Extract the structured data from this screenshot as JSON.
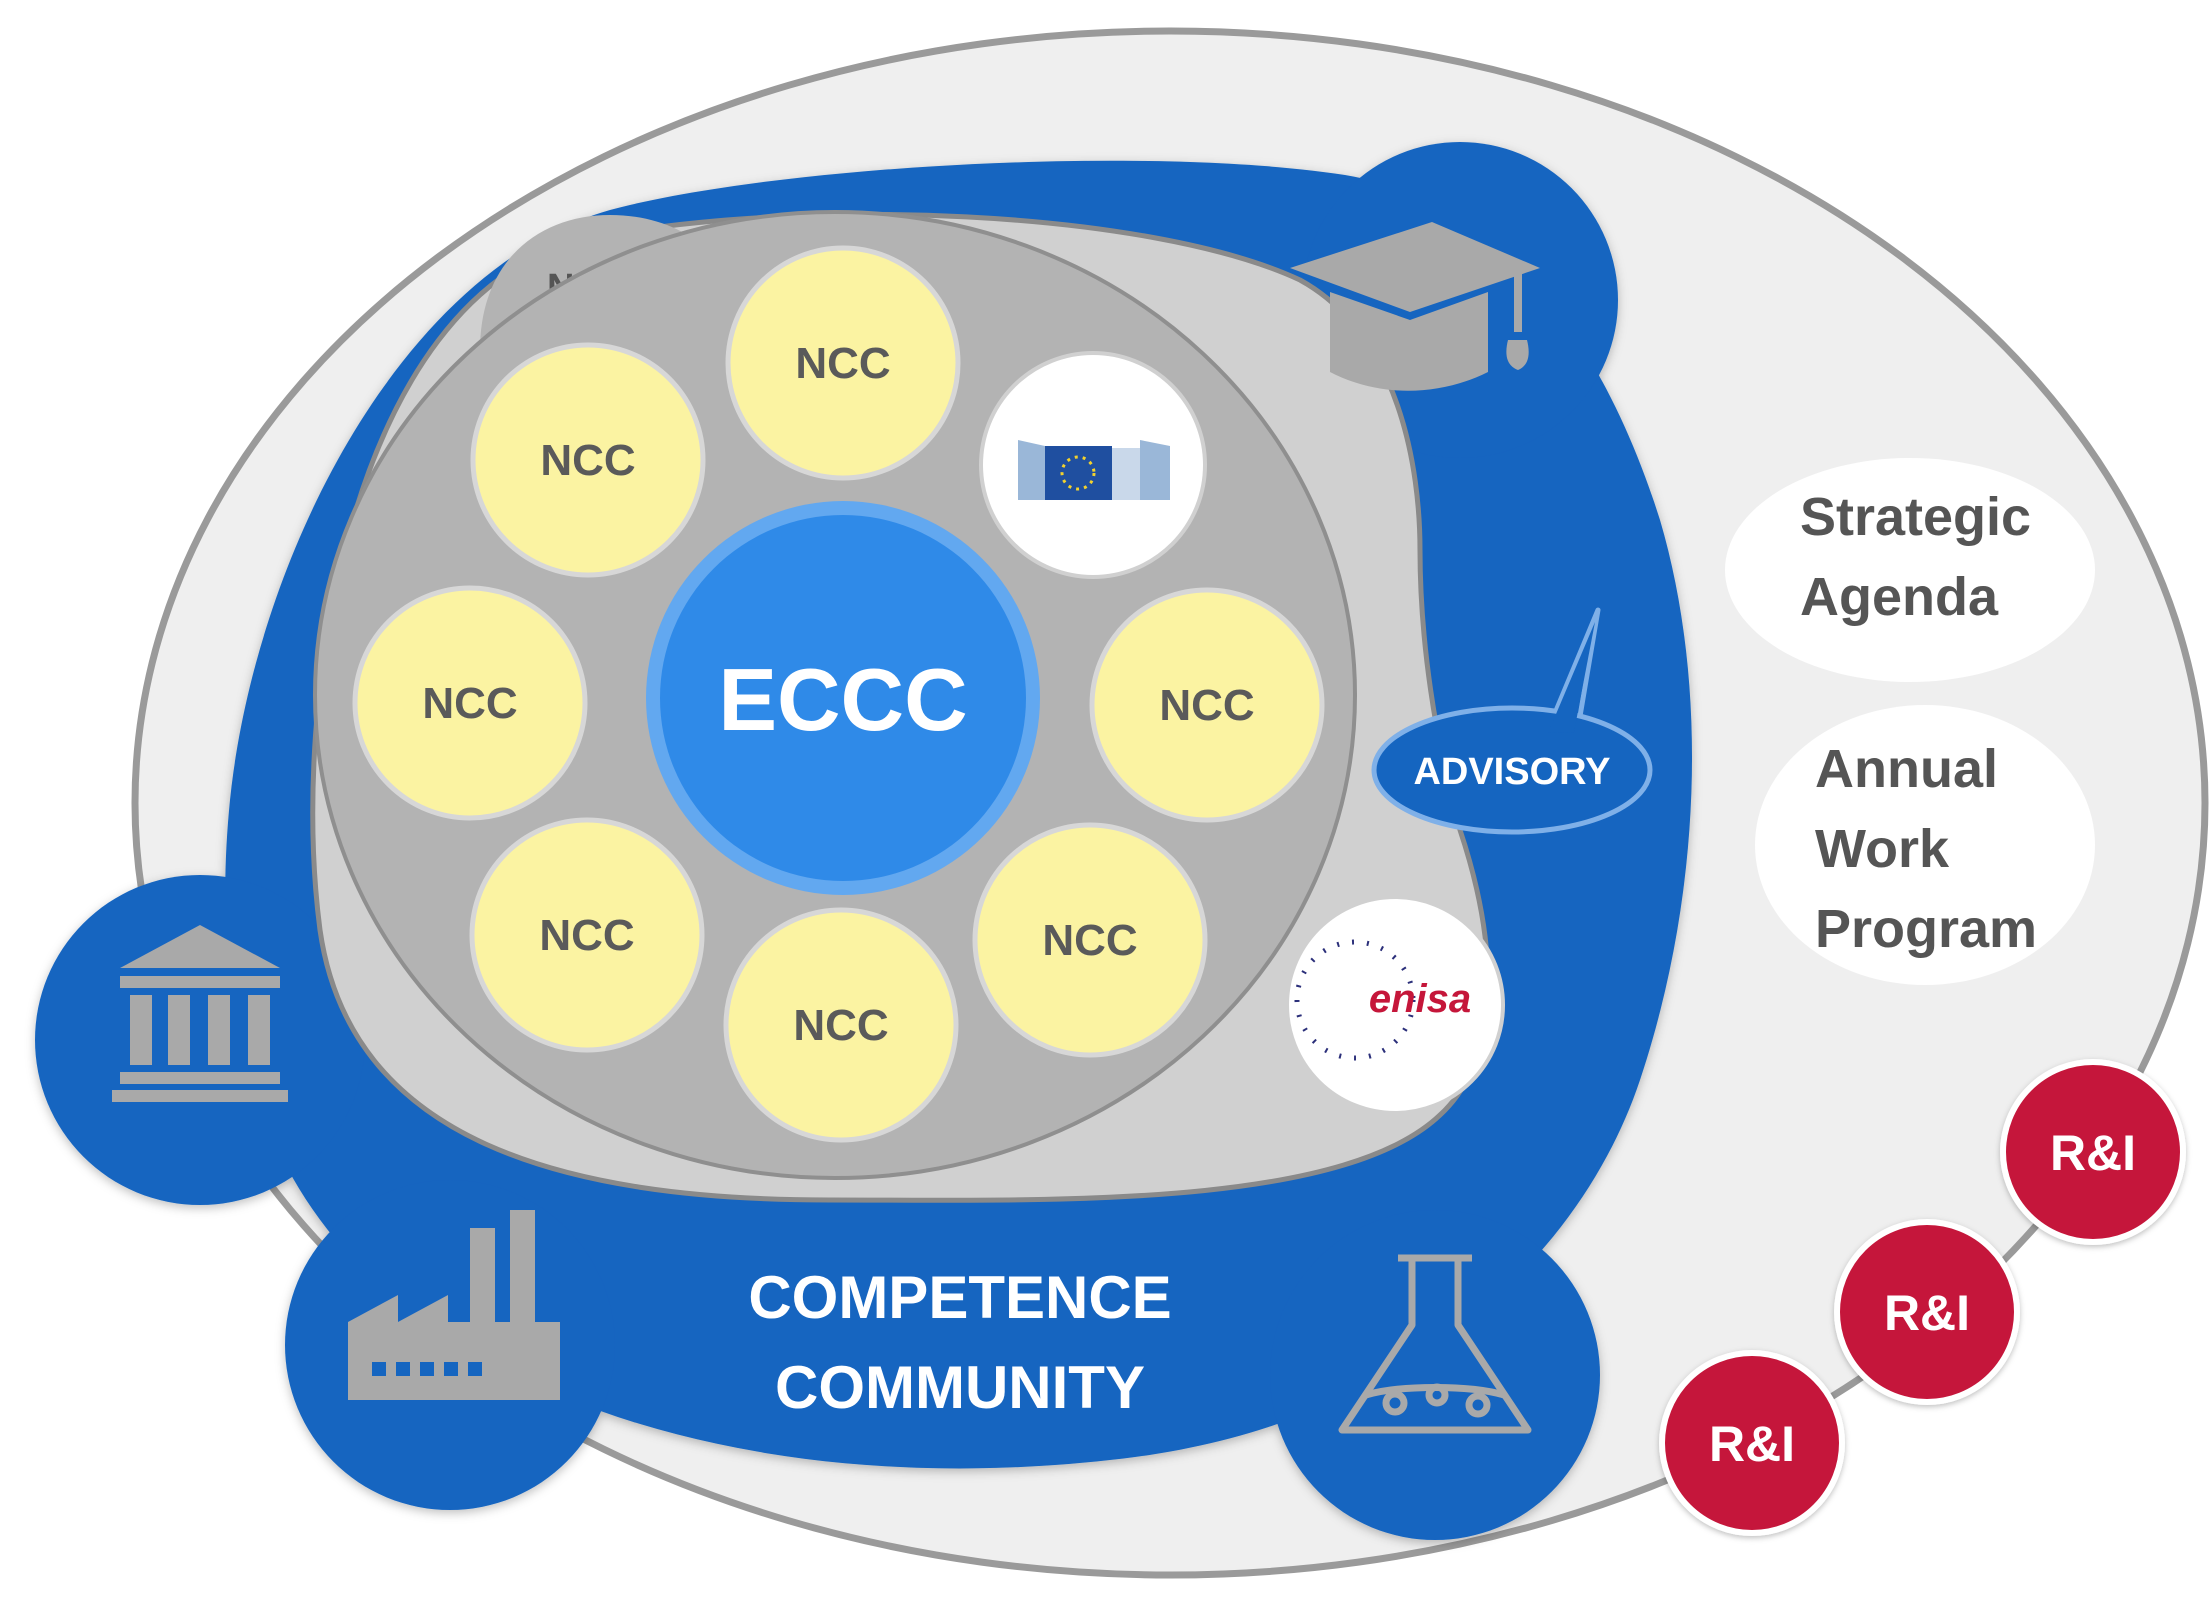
{
  "title": "",
  "labels": {
    "network": "Network",
    "ncc": [
      "NCC",
      "NCC",
      "NCC",
      "NCC",
      "NCC",
      "NCC",
      "NCC"
    ],
    "eccc": "ECCC",
    "advisory": "ADVISORY",
    "competence": "COMPETENCE",
    "community": "COMMUNITY",
    "strategic": [
      "Strategic",
      "Agenda"
    ],
    "annual": [
      "Annual",
      "Work",
      "Program"
    ],
    "ri": [
      "R&I",
      "R&I",
      "R&I"
    ],
    "enisa": "enisa"
  },
  "icons": [
    "graduation-cap-icon",
    "institution-building-icon",
    "factory-icon",
    "lab-flask-icon",
    "eu-commission-building-icon",
    "enisa-logo-icon"
  ],
  "colors": {
    "blue": "#1565c0",
    "light_blue": "#3a8ff0",
    "gray_outer": "#efefef",
    "gray_inner": "#b3b3b3",
    "ncc_fill": "#fbf3a2",
    "ri_red": "#c5163a",
    "white": "#ffffff"
  }
}
